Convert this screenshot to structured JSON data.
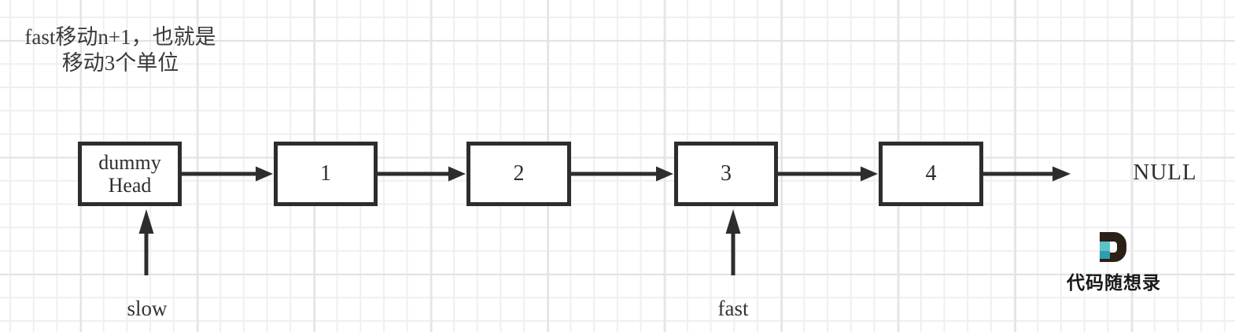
{
  "annotation": {
    "text": "fast移动n+1，也就是\n移动3个单位"
  },
  "list": {
    "nodes": [
      {
        "label": "dummy\nHead"
      },
      {
        "label": "1"
      },
      {
        "label": "2"
      },
      {
        "label": "3"
      },
      {
        "label": "4"
      }
    ],
    "terminal": "NULL",
    "pointers": [
      {
        "label": "slow",
        "points_to": "dummy Head"
      },
      {
        "label": "fast",
        "points_to": "3"
      }
    ]
  },
  "logo": {
    "text": "代码随想录",
    "mark_letter": "D",
    "mark_dark_color": "#2a2016",
    "mark_teal_color": "#45b4bc"
  },
  "colors": {
    "stroke": "#2d2d2d",
    "grid_minor": "#efefef",
    "grid_major": "#e3e3e3",
    "background": "#ffffff"
  }
}
